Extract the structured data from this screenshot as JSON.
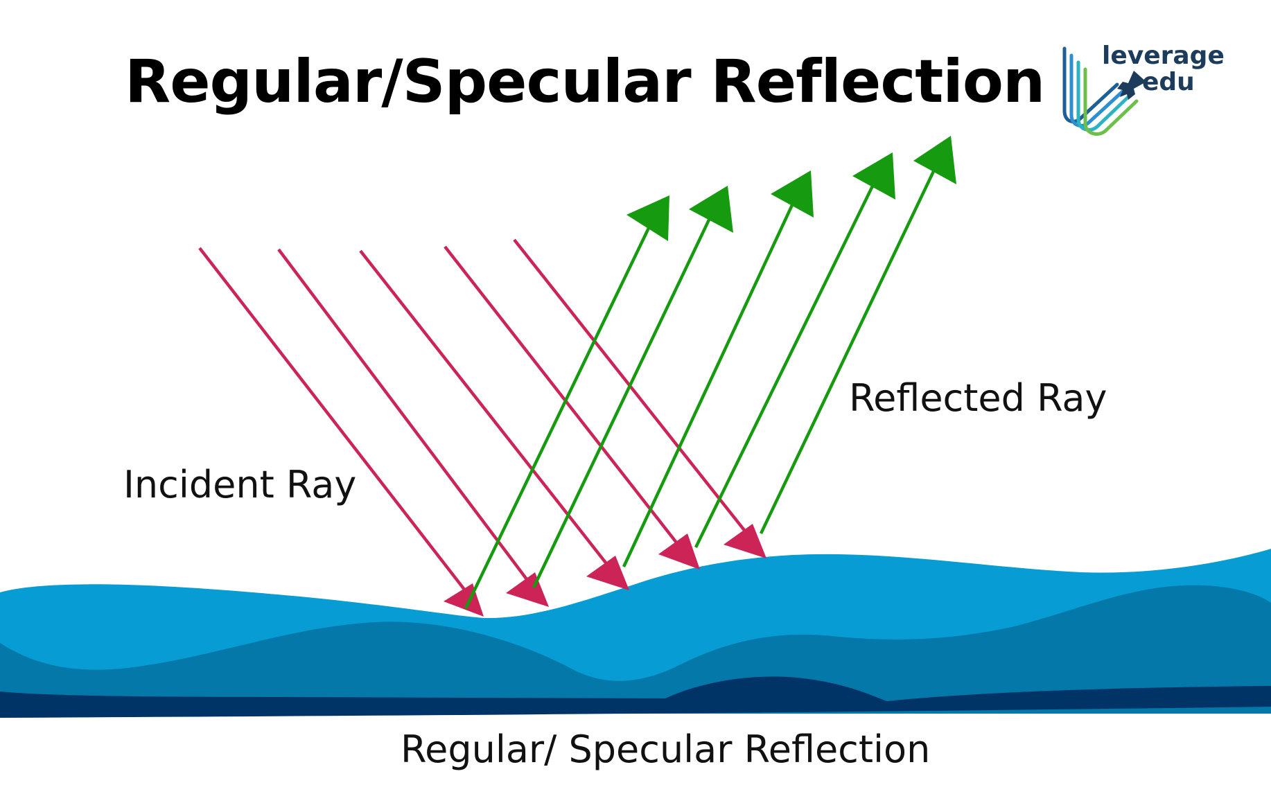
{
  "title": "Regular/Specular Reflection",
  "labels": {
    "incident": "Incident Ray",
    "reflected": "Reflected Ray",
    "caption": "Regular/ Specular Reflection"
  },
  "logo": {
    "line1": "leverage",
    "line2": "edu"
  },
  "colors": {
    "incident_ray": "#cc2456",
    "reflected_ray": "#159a10",
    "water_light": "#079dd4",
    "water_mid": "#0478a8",
    "water_dark": "#003366",
    "logo_text": "#1d3b5a"
  }
}
